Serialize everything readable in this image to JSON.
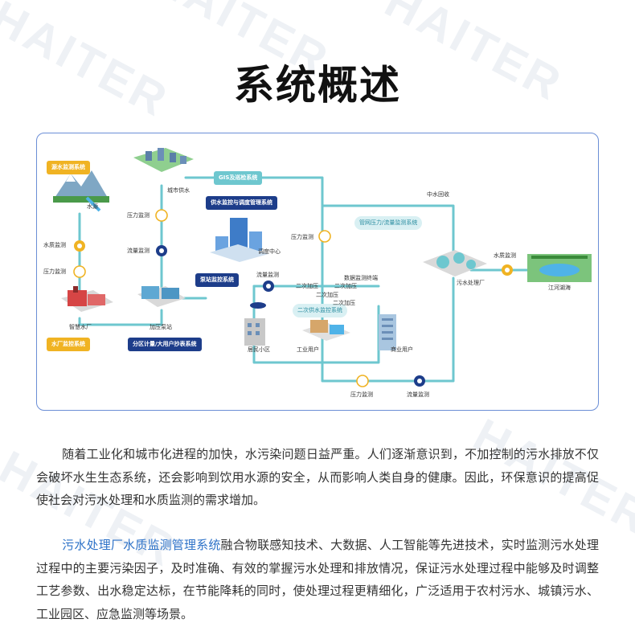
{
  "page": {
    "title": "系统概述"
  },
  "watermark_text": "HAITER",
  "diagram": {
    "tags": {
      "source_monitor": "源水监测系统",
      "plant_monitor": "水厂监控系统",
      "gis": "GIS及巡检系统",
      "supply_dispatch": "供水监控与调度管理系统",
      "pump_station": "泵站监控系统",
      "zone_metering": "分区计量/大用户抄表系统",
      "pipe_pressure": "管网压力/流量监测系统",
      "secondary_supply": "二次供水监控系统"
    },
    "labels": {
      "water_source": "水源",
      "water_quality": "水质监测",
      "pressure": "压力监测",
      "smart_plant": "智慧水厂",
      "city_supply": "城市供水",
      "flow": "流量监测",
      "booster": "加压泵站",
      "dispatch_center": "调度中心",
      "reclaimed": "中水回收",
      "data_terminal": "数据监测终端",
      "secondary_pressure_1": "二次加压",
      "secondary_pressure_2": "二次加压",
      "secondary_pressure_3": "二次加压",
      "secondary_pressure_4": "二次加压",
      "residential": "居民小区",
      "industrial": "工业用户",
      "commercial": "商业用户",
      "sewage_plant": "污水处理厂",
      "river_lake": "江河湖海"
    }
  },
  "paragraphs": [
    {
      "highlight": "",
      "text": "随着工业化和城市化进程的加快，水污染问题日益严重。人们逐渐意识到，不加控制的污水排放不仅会破坏水生生态系统，还会影响到饮用水源的安全，从而影响人类自身的健康。因此，环保意识的提高促使社会对污水处理和水质监测的需求增加。"
    },
    {
      "highlight": "污水处理厂水质监测管理系统",
      "text": "融合物联感知技术、大数据、人工智能等先进技术，实时监测污水处理过程中的主要污染因子，及时准确、有效的掌握污水处理和排放情况，保证污水处理过程中能够及时调整工艺参数、出水稳定达标，在节能降耗的同时，使处理过程更精细化，广泛适用于农村污水、城镇污水、工业园区、应急监测等场景。"
    }
  ],
  "colors": {
    "pipe": "#6ec7cf",
    "yellow_tag": "#f0b323",
    "navy_tag": "#1d3d8a",
    "highlight_text": "#2d72c8",
    "frame_border": "#6b8ed6"
  }
}
